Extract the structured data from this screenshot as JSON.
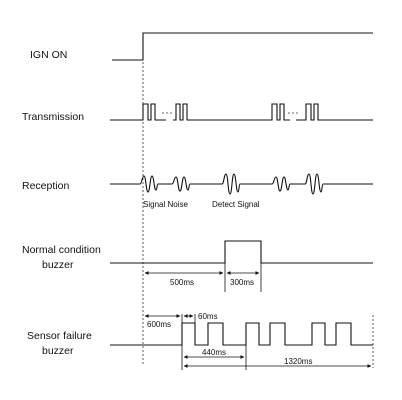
{
  "signals": {
    "ign": "IGN ON",
    "transmission": "Transmission",
    "reception": "Reception",
    "normal_line1": "Normal condition",
    "normal_line2": "buzzer",
    "failure_line1": "Sensor failure",
    "failure_line2": "buzzer"
  },
  "reception_notes": {
    "signal_noise": "Signal Noise",
    "detect_signal": "Detect Signal"
  },
  "durations": {
    "normal_delay": "500ms",
    "normal_on": "300ms",
    "failure_delay": "600ms",
    "failure_on": "60ms",
    "failure_period": "440ms",
    "failure_cycle": "1320ms"
  }
}
